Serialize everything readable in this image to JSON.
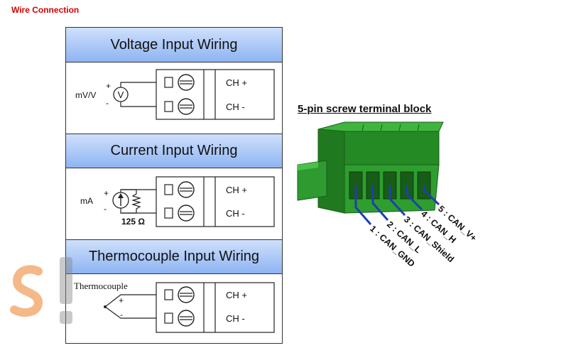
{
  "page": {
    "title": "Wire Connection"
  },
  "voltage": {
    "header": "Voltage Input Wiring",
    "source_label": "mV/V",
    "source_symbol": "V",
    "plus": "+",
    "minus": "-",
    "ch_plus": "CH +",
    "ch_minus": "CH -"
  },
  "current": {
    "header": "Current Input Wiring",
    "source_label": "mA",
    "resistor_label": "125 Ω",
    "plus": "+",
    "minus": "-",
    "ch_plus": "CH +",
    "ch_minus": "CH -"
  },
  "thermocouple": {
    "header": "Thermocouple Input Wiring",
    "source_label": "Thermocouple",
    "plus": "+",
    "minus": "-",
    "ch_plus": "CH +",
    "ch_minus": "CH -"
  },
  "terminal_block": {
    "title": "5-pin screw terminal block",
    "pins": [
      "1 : CAN_GND",
      "2 : CAN_L",
      "3 : CAN_Shield",
      "4 : CAN_H",
      "5 : CAN_V+"
    ],
    "body_color": "#2e9e2e",
    "wire_color": "#1f3fb0"
  },
  "colors": {
    "title": "#d40000",
    "header_gradient_top": "#cfe0fb",
    "header_gradient_bottom": "#8eb4f2"
  }
}
